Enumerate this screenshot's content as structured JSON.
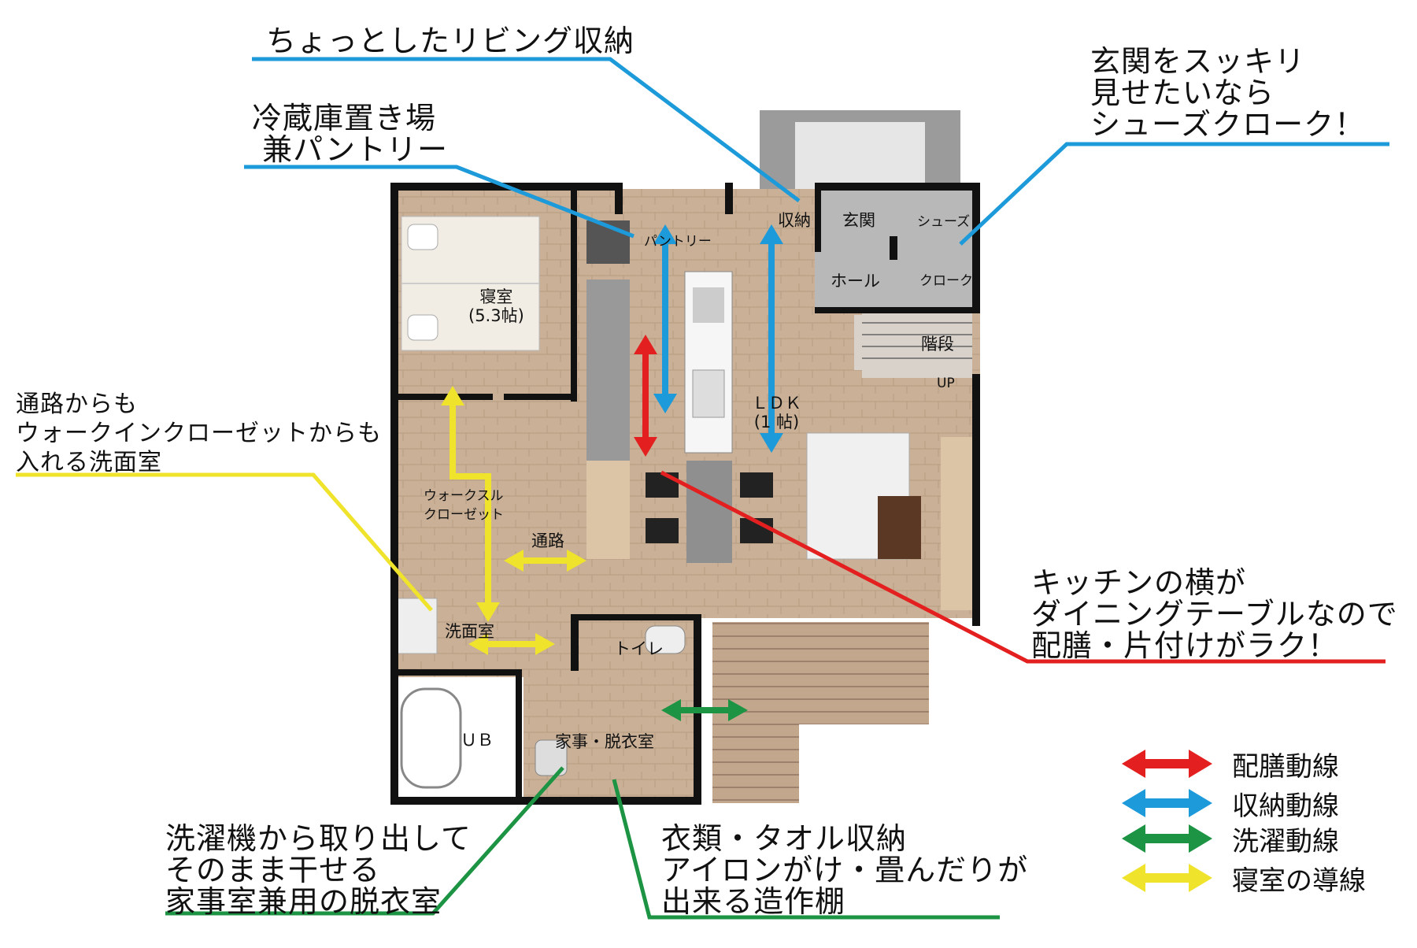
{
  "colors": {
    "serving": "#e3201f",
    "storage": "#1d9ad9",
    "laundry": "#1d9443",
    "bedroom": "#f0e32b",
    "wall": "#111111",
    "floor": "#c8ae94"
  },
  "callouts": {
    "living_storage": "ちょっとしたリビング収納",
    "pantry": "冷蔵庫置き場\n 兼パントリー",
    "shoes": "玄関をスッキリ\n見せたいなら\nシューズクローク！",
    "washroom": "通路からも\nウォークインクローゼットからも\n入れる洗面室",
    "dining": "キッチンの横が\nダイニングテーブルなので\n配膳・片付けがラク！",
    "utility": "洗濯機から取り出して\nそのまま干せる\n家事室兼用の脱衣室",
    "shelf": "衣類・タオル収納\nアイロンがけ・畳んだりが\n出来る造作棚"
  },
  "rooms": {
    "bedroom": "寝室\n(5.3帖)",
    "pantry": "パントリー",
    "storage": "収納",
    "entrance": "玄関",
    "shoes_top": "シューズ",
    "shoes_bottom": "クローク",
    "hall": "ホール",
    "stairs": "階段",
    "up": "UP",
    "ldk": "ＬＤＫ\n(1 帖)",
    "wic": "ウォークスル\nクローゼット",
    "corridor": "通路",
    "washroom": "洗面室",
    "toilet": "トイレ",
    "bath": "ＵＢ",
    "utility": "家事・脱衣室"
  },
  "legend": [
    {
      "label": "配膳動線",
      "color": "#e3201f",
      "icon": "double-arrow-icon"
    },
    {
      "label": "収納動線",
      "color": "#1d9ad9",
      "icon": "double-arrow-icon"
    },
    {
      "label": "洗濯動線",
      "color": "#1d9443",
      "icon": "double-arrow-icon"
    },
    {
      "label": "寝室の導線",
      "color": "#f0e32b",
      "icon": "double-arrow-icon"
    }
  ]
}
